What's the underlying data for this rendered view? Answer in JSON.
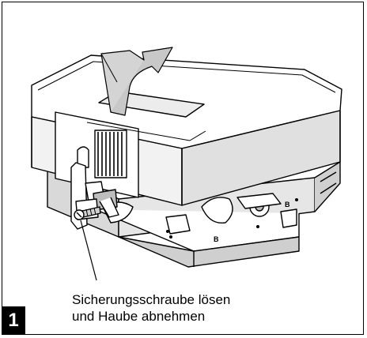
{
  "step": {
    "number": "1"
  },
  "caption": {
    "line1": "Sicherungsschraube lösen",
    "line2": "und Haube abnehmen"
  },
  "labels": {
    "part_mark": "B"
  },
  "colors": {
    "line": "#000000",
    "face_light": "#ffffff",
    "face_shade": "#d9d9d9",
    "face_dark": "#9a9a9a",
    "arrow_fill": "#c8c8c8"
  }
}
